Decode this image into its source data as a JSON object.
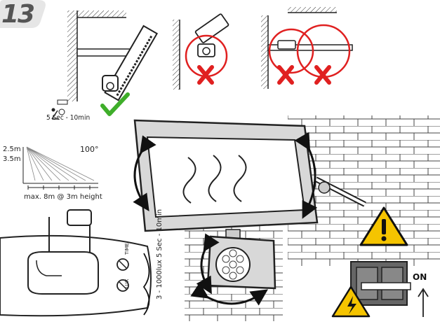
{
  "step_number": "13",
  "detection_timer": "5 Sec - 10min",
  "mounting_heights": [
    "2.5m",
    "3.5m"
  ],
  "detection_angle": "100°",
  "detection_range": "max. 8m @ 3m height",
  "sensor_settings": "3 - 1000lux  5 Sec - 10min",
  "dial_time_label": "TIME",
  "dial_lux_label": "LUX",
  "switch_state": "ON",
  "colors": {
    "correct": "#3fae2a",
    "incorrect": "#e02020",
    "warning": "#f5c400",
    "outline": "#222222"
  },
  "icons": [
    "check-mark-icon",
    "cross-mark-icon",
    "warning-triangle-icon",
    "electric-hazard-icon",
    "up-arrow-icon",
    "rotate-arrow-icon"
  ]
}
